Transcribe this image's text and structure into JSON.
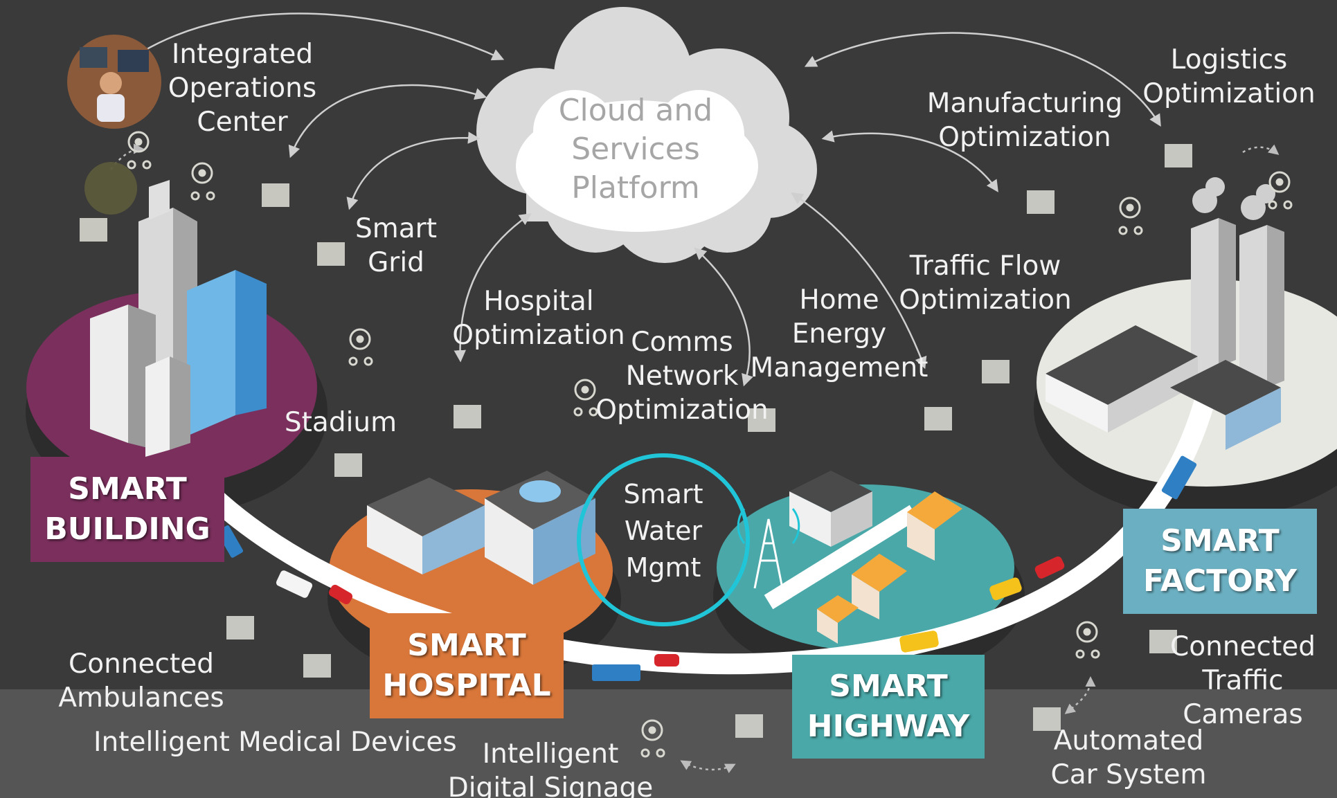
{
  "colors": {
    "background": "#3a3a3a",
    "bottom_band": "#555555",
    "building_pad": "#7a2f5c",
    "hospital_pad": "#d9773a",
    "highway_pad": "#4aa8a8",
    "factory_pad": "#e8e8e2",
    "road": "#ffffff",
    "water_ring": "#20c6d8",
    "pin": "#5b5a3a",
    "cloud": "#dadada"
  },
  "cloud": {
    "text": "Cloud and\nServices\nPlatform"
  },
  "water": {
    "text": "Smart\nWater\nMgmt"
  },
  "areas": {
    "building": "SMART\nBUILDING",
    "hospital": "SMART\nHOSPITAL",
    "highway": "SMART\nHIGHWAY",
    "factory": "SMART\nFACTORY"
  },
  "labels": {
    "ops_center": "Integrated\nOperations\nCenter",
    "smart_grid": "Smart\nGrid",
    "hospital_opt": "Hospital\nOptimization",
    "comms_opt": "Comms\nNetwork\nOptimization",
    "home_energy": "Home\nEnergy\nManagement",
    "traffic_flow": "Traffic Flow\nOptimization",
    "manufacturing_opt": "Manufacturing\nOptimization",
    "logistics_opt": "Logistics\nOptimization",
    "stadium": "Stadium",
    "ambulances": "Connected\nAmbulances",
    "medical_devices": "Intelligent Medical Devices",
    "digital_signage": "Intelligent\nDigital Signage",
    "traffic_cameras": "Connected\nTraffic\nCameras",
    "car_system": "Automated\nCar System"
  },
  "icons": [
    "operator-photo-icon",
    "cloud-icon",
    "server-box-icon",
    "sensor-icon",
    "truck-icon",
    "car-icon",
    "ambulance-icon",
    "cell-tower-icon",
    "smokestack-icon"
  ]
}
